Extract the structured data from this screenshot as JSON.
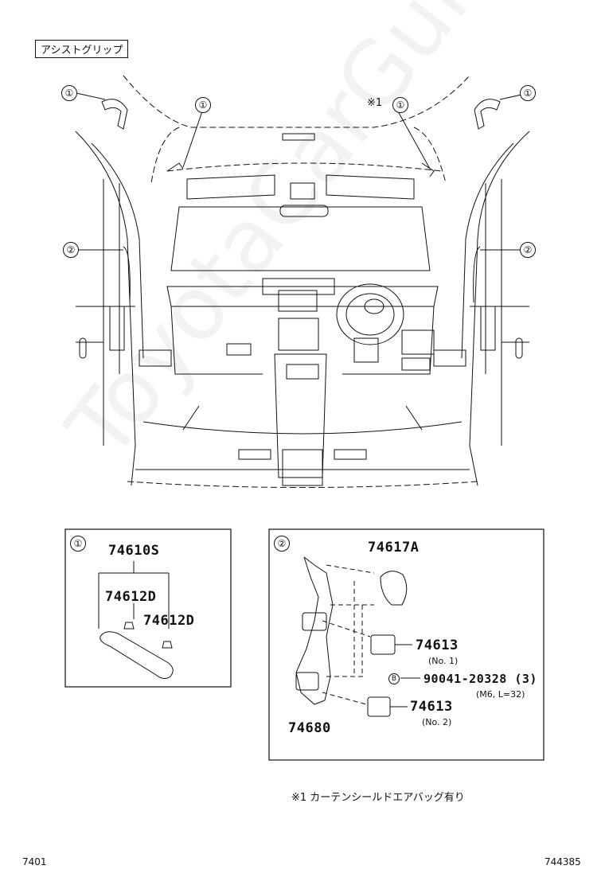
{
  "header": {
    "title": "アシストグリップ"
  },
  "callouts": {
    "c1": "①",
    "c2": "②",
    "airbag_mark": "※1",
    "bolt_mark": "B"
  },
  "panel1": {
    "label": "①",
    "part_main": "74610S",
    "part_clip_a": "74612D",
    "part_clip_b": "74612D"
  },
  "panel2": {
    "label": "②",
    "part_cover": "74617A",
    "part_plug1": "74613",
    "part_plug1_note": "(No. 1)",
    "part_bolt": "90041-20328 (3)",
    "part_bolt_note": "(M6, L=32)",
    "part_plug2": "74613",
    "part_plug2_note": "(No. 2)",
    "part_grip": "74680"
  },
  "footnote": "※1 カーテンシールドエアバッグ有り",
  "footer": {
    "left": "7401",
    "right": "744385"
  },
  "watermark": "ToyotaCarGuide.ru"
}
